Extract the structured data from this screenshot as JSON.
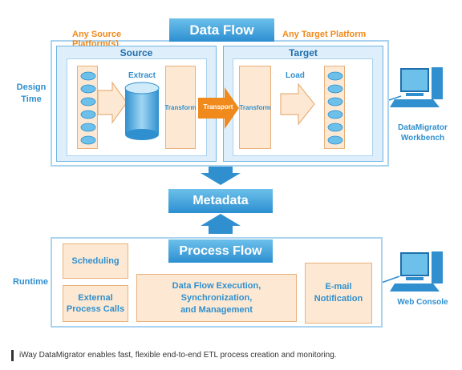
{
  "diagram": {
    "title": "Data Flow",
    "any_source": "Any Source Platform(s)",
    "any_target": "Any Target Platform",
    "source_label": "Source",
    "target_label": "Target",
    "extract_label": "Extract",
    "load_label": "Load",
    "transform_left": "Transform",
    "transform_right": "Transform",
    "transport": "Transport",
    "design_time": "Design\nTime",
    "runtime": "Runtime",
    "workbench": "DataMigrator\nWorkbench",
    "web_console": "Web Console",
    "metadata": "Metadata",
    "process_flow": "Process Flow",
    "scheduling": "Scheduling",
    "external_calls": "External\nProcess Calls",
    "execution": "Data Flow Execution,\nSynchronization,\nand Management",
    "email": "E-mail\nNotification"
  },
  "caption": "iWay DataMigrator enables fast, flexible end-to-end ETL process creation and monitoring.",
  "colors": {
    "accent_blue": "#2f8fcf",
    "accent_orange": "#f08a1c",
    "light_orange": "#fde9d3"
  }
}
